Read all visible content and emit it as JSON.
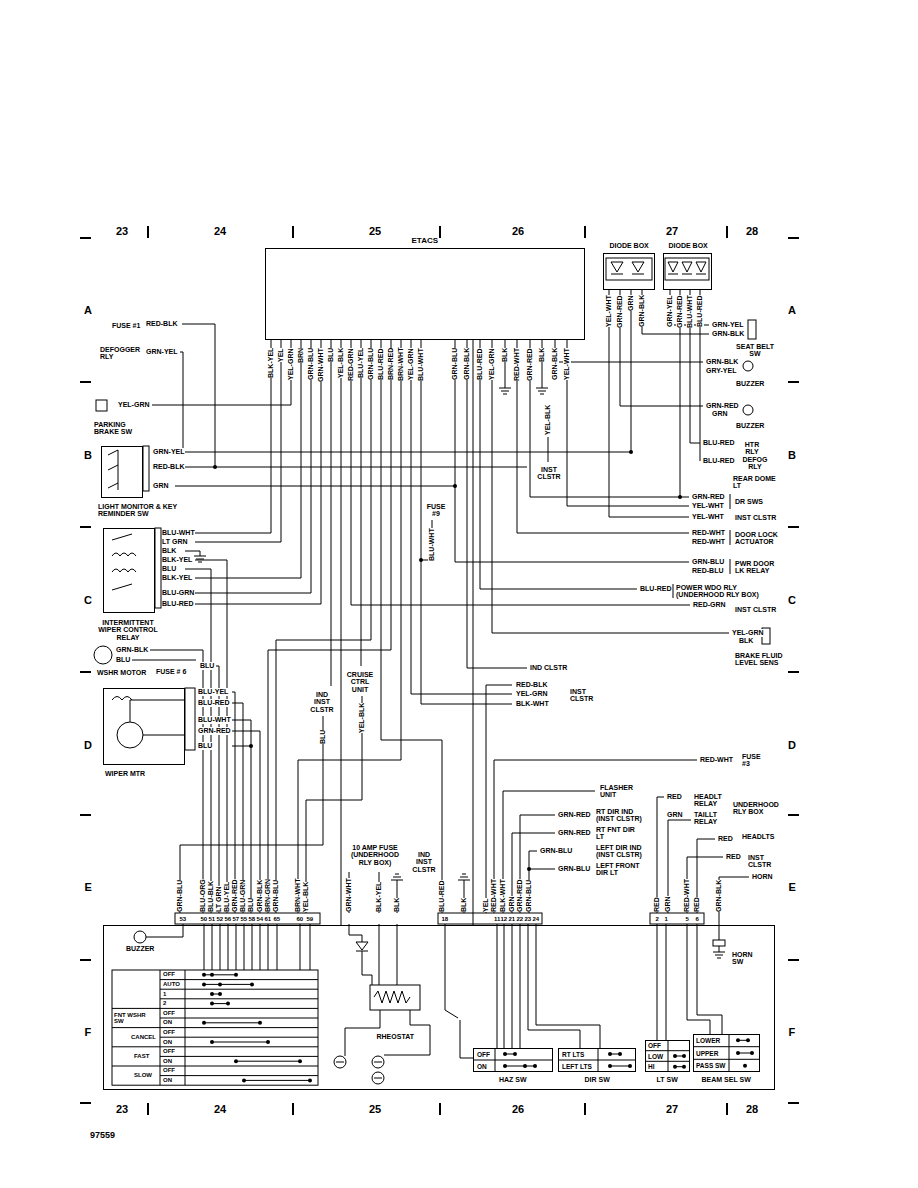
{
  "diagram": {
    "nodes": [
      {
        "text": [
          "ETACS"
        ]
      },
      {
        "text": [
          "DIODE BOX"
        ]
      },
      {
        "text": [
          "DIODE BOX"
        ]
      },
      {
        "text": [
          "LIGHT MONITOR & KEY REMINDER SW"
        ]
      },
      {
        "text": [
          "INTERMITTENT WIPER CONTROL RELAY"
        ]
      },
      {
        "text": [
          "WIPER MTR"
        ]
      },
      {
        "text": [
          "BUZZER",
          "RHEOSTAT",
          "HORN SW"
        ]
      },
      {
        "text": [
          "HAZ SW"
        ],
        "in": 6
      },
      {
        "text": [
          "DIR SW"
        ],
        "in": 6
      },
      {
        "text": [
          "LT SW"
        ],
        "in": 6
      },
      {
        "text": [
          "BEAM SEL SW"
        ],
        "in": 6
      }
    ],
    "edges": [
      {
        "from": 0,
        "to": 6,
        "arrow": "none"
      },
      {
        "from": 0,
        "to": 6,
        "arrow": "none"
      }
    ],
    "labels": [
      "23",
      "24",
      "25",
      "26",
      "27",
      "28",
      "A",
      "B",
      "C",
      "D",
      "E",
      "F",
      "A",
      "B",
      "C",
      "D",
      "E",
      "F",
      "23",
      "24",
      "25",
      "26",
      "27",
      "28",
      "97559",
      "BLK-YEL",
      "YEL",
      "YEL-GRN",
      "BRN",
      "GRN-BLU",
      "GRN-WHT",
      "BLU",
      "YEL-BLK",
      "RED-GRN",
      "BLU-YEL",
      "GRN-BLU",
      "BLU-RED",
      "BRN-RED",
      "BRN-WHT",
      "YEL-GRN",
      "BLU-WHT",
      "GRN-BLU",
      "GRN-BLK",
      "BLU-RED",
      "YEL-GRN",
      "BLK",
      "RED-WHT",
      "GRN-RED",
      "BLK",
      "GRN-BLK",
      "YEL-WHT",
      "YEL-WHT",
      "GRN-RED",
      "GRN",
      "GRN-BLK",
      "GRN-YEL",
      "GRN-RED",
      "BLU-WHT",
      "BLU-RED",
      "FUSE #1",
      "RED-BLK",
      "DEFOGGER RLY",
      "GRN-YEL",
      "YEL-GRN",
      "PARKING BRAKE SW",
      "GRN-YEL",
      "RED-BLK",
      "GRN",
      "BLU-WHT",
      "LT GRN",
      "BLK",
      "BLK-YEL",
      "BLU",
      "BLK-YEL",
      "BLU-GRN",
      "BLU-RED",
      "GRN-BLK",
      "BLU",
      "WSHR MOTOR",
      "FUSE # 6",
      "BLU",
      "BLU-YEL",
      "BLU-RED",
      "BLU-WHT",
      "GRN-RED",
      "BLU",
      "FUSE #9",
      "BLU-WHT",
      "CRUISE CTRL UNIT",
      "YEL-BLK",
      "IND INST CLSTR",
      "BLU",
      "IND CLSTR",
      "RED-BLK",
      "YEL-GRN",
      "BLK-WHT",
      "INST CLSTR",
      "YEL-BLK",
      "INST CLSTR",
      "10 AMP FUSE (UNDERHOOD RLY BOX)",
      "IND INST CLSTR",
      "GRN-YEL",
      "GRN-BLK",
      "SEAT BELT SW",
      "GRN-BLK",
      "GRY-YEL",
      "BUZZER",
      "GRN-RED",
      "GRN",
      "BUZZER",
      "BLU-RED",
      "HTR RLY",
      "BLU-RED",
      "DEFOG RLY",
      "REAR DOME LT",
      "GRN-RED",
      "YEL-WHT",
      "DR SWS",
      "YEL-WHT",
      "INST CLSTR",
      "RED-WHT",
      "RED-WHT",
      "DOOR LOCK ACTUATOR",
      "GRN-BLU",
      "RED-BLU",
      "PWR DOOR LK RELAY",
      "BLU-RED",
      "POWER WDO RLY (UNDERHOOD RLY BOX)",
      "RED-GRN",
      "INST CLSTR",
      "YEL-GRN",
      "BLK",
      "BRAKE FLUID LEVEL SENS",
      "RED-WHT",
      "FUSE #3",
      "FLASHER UNIT",
      "GRN-RED",
      "RT DIR IND (INST CLSTR)",
      "GRN-RED",
      "RT FNT DIR LT",
      "GRN-BLU",
      "LEFT DIR IND (INST CLSTR)",
      "GRN-BLU",
      "LEFT FRONT DIR LT",
      "RED",
      "HEADLT RELAY",
      "GRN",
      "TAILLT RELAY",
      "UNDERHOOD RLY BOX",
      "RED",
      "HEADLTS",
      "RED",
      "INST CLSTR",
      "HORN",
      "GRN-BLU",
      "BLU-ORG",
      "BLU-BLK",
      "LT GRN",
      "BLU-YEL",
      "GRN-RED",
      "BLU-GRN",
      "BLU",
      "GRN-BLK",
      "BRN-GRN",
      "GRN-BLU",
      "BRN-WHT",
      "YEL-BLK",
      "GRN-WHT",
      "BLK-YEL",
      "BLK",
      "BLU-RED",
      "BLK",
      "YEL",
      "RED-WHT",
      "BLK-WHT",
      "GRN",
      "GRN-RED",
      "GRN-BLU",
      "RED",
      "GRN",
      "RED-WHT",
      "RED",
      "GRN-BLK",
      "53",
      "50",
      "51",
      "52",
      "56",
      "57",
      "55",
      "58",
      "54",
      "61",
      "65",
      "60",
      "59",
      "18",
      "11",
      "12",
      "21",
      "22",
      "23",
      "24",
      "2",
      "1",
      "5",
      "6",
      "OFF",
      "AUTO",
      "1",
      "2",
      "FNT WSHR SW",
      "OFF",
      "ON",
      "CANCEL",
      "OFF",
      "ON",
      "FAST",
      "OFF",
      "ON",
      "SLOW",
      "OFF",
      "ON",
      "OFF",
      "ON",
      "RT LTS",
      "LEFT LTS",
      "OFF",
      "LOW",
      "HI",
      "LOWER",
      "UPPER",
      "PASS SW"
    ]
  }
}
